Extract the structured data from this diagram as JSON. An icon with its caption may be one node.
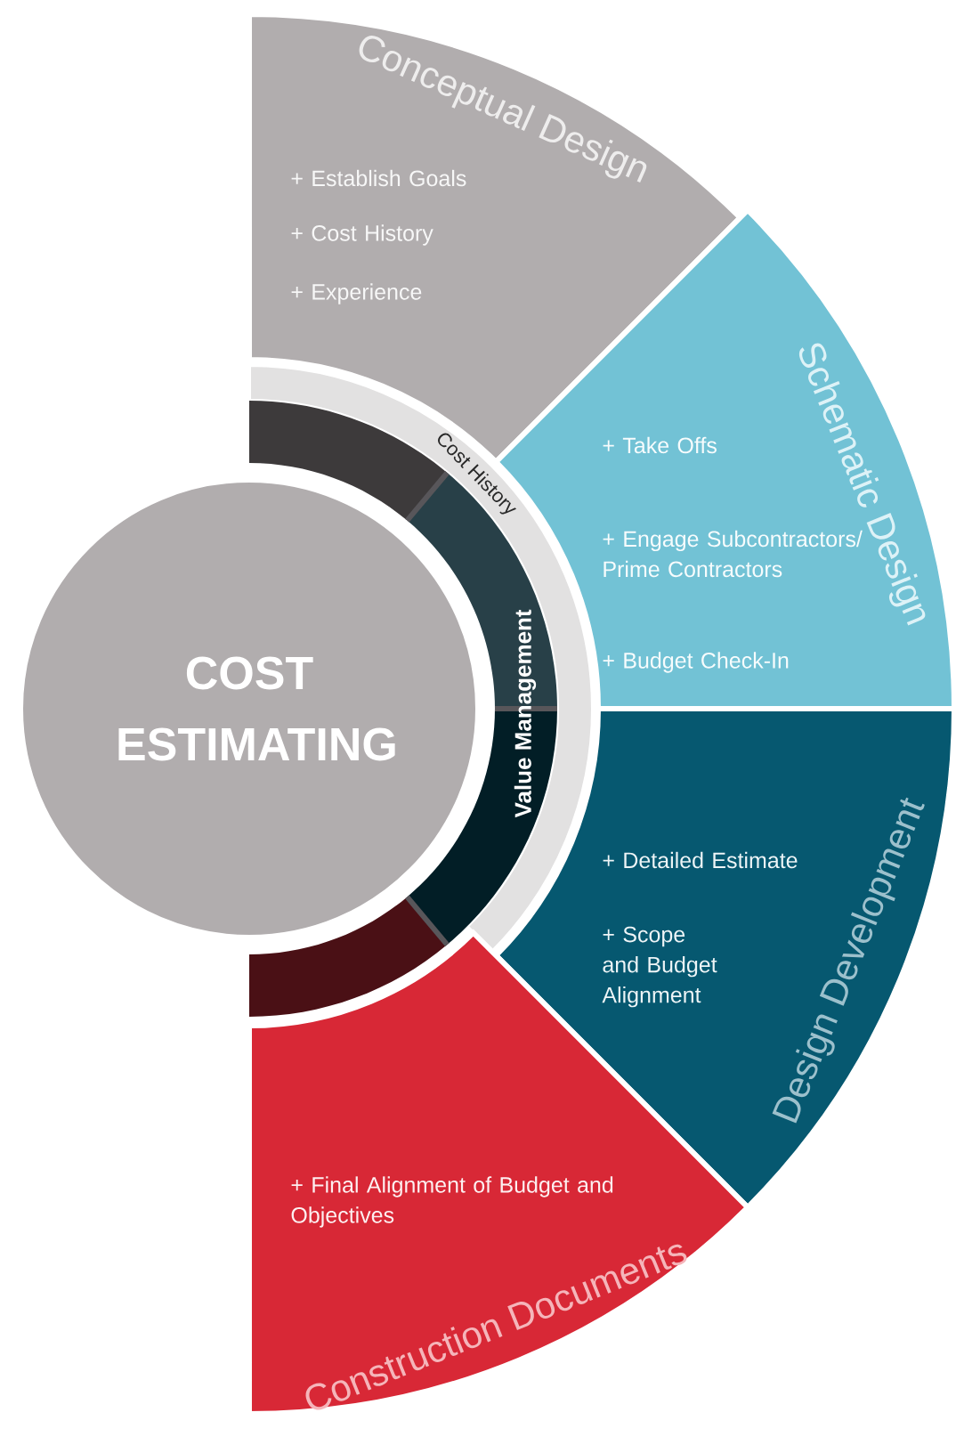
{
  "diagram": {
    "nodes": [
      {
        "text": [
          "COST ESTIMATING"
        ]
      },
      {
        "text": [
          "Conceptual Design",
          "+ Establish Goals",
          "+ Cost History",
          "+ Experience"
        ]
      },
      {
        "text": [
          "Schematic Design",
          "+ Take Offs",
          "+ Engage Subcontractors/ Prime Contractors",
          "+ Budget Check-In"
        ]
      },
      {
        "text": [
          "Design Development",
          "+ Detailed Estimate",
          "+ Scope and Budget Alignment"
        ]
      },
      {
        "text": [
          "Construction Documents",
          "+ Final Alignment of Budget and Objectives"
        ]
      }
    ],
    "labels": [
      "Cost History",
      "Value Management"
    ]
  }
}
